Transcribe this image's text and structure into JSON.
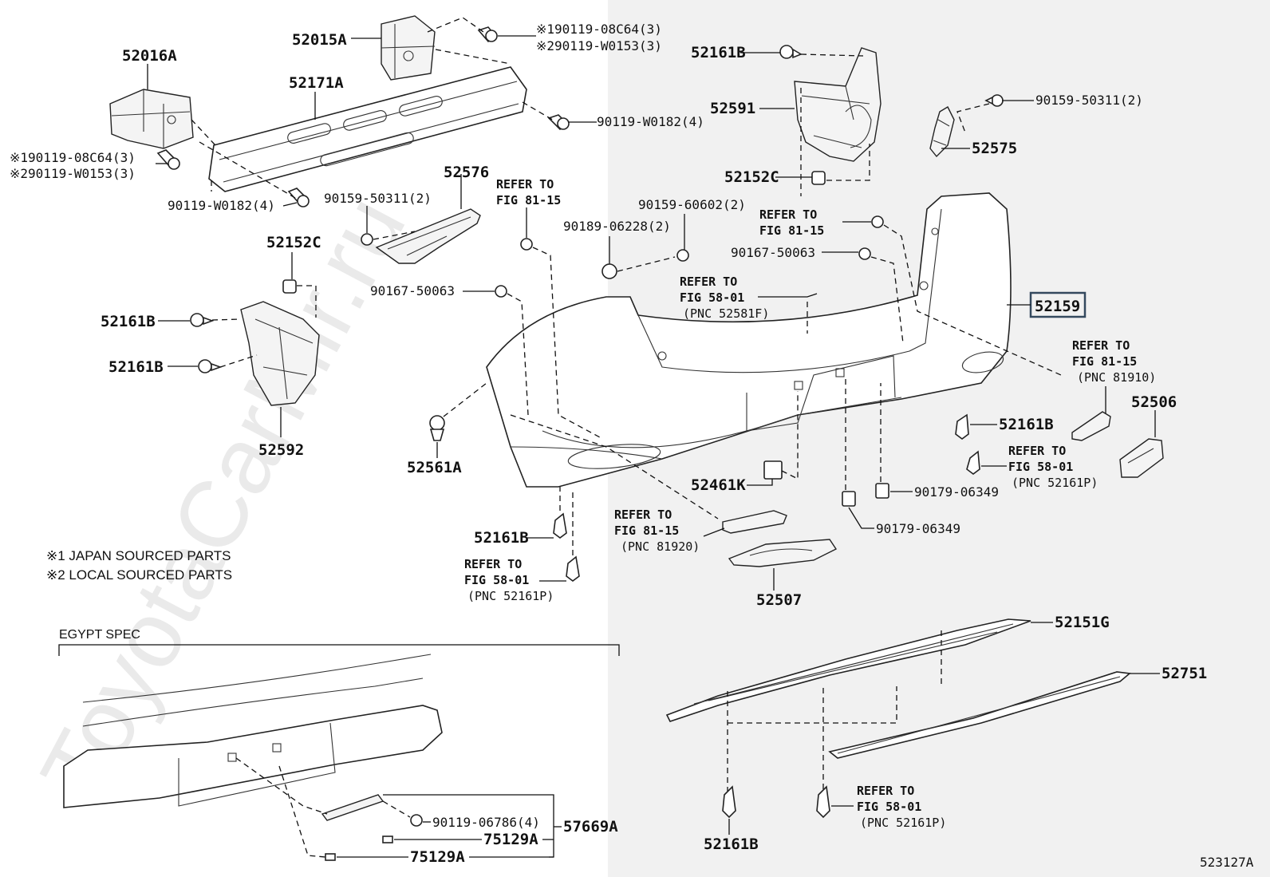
{
  "watermark": "ToyotaCarMir.ru",
  "figure_number": "523127A",
  "labels": {
    "p52016A": "52016A",
    "p52015A": "52015A",
    "p52171A": "52171A",
    "bolt_top_1": "※190119-08C64(3)",
    "bolt_top_2": "※290119-W0153(3)",
    "bolt_left_1": "※190119-08C64(3)",
    "bolt_left_2": "※290119-W0153(3)",
    "p90119W0182_a": "90119-W0182(4)",
    "p90119W0182_b": "90119-W0182(4)",
    "p52161B_top": "52161B",
    "p52591": "52591",
    "p90159_50311_right": "90159-50311(2)",
    "p52575": "52575",
    "p52152C_right": "52152C",
    "p52576": "52576",
    "p90159_50311_left": "90159-50311(2)",
    "p90159_60602": "90159-60602(2)",
    "p90189_06228": "90189-06228(2)",
    "p90167_50063_right": "90167-50063",
    "p90167_50063_left": "90167-50063",
    "p52152C_left": "52152C",
    "p52161B_left1": "52161B",
    "p52161B_left2": "52161B",
    "p52592": "52592",
    "p52561A": "52561A",
    "p52159": "52159",
    "p52161B_mid": "52161B",
    "p52506": "52506",
    "p52461K": "52461K",
    "p90179_06349_a": "90179-06349",
    "p90179_06349_b": "90179-06349",
    "p52161B_low": "52161B",
    "p52507": "52507",
    "p52151G": "52151G",
    "p52751": "52751",
    "p52161B_bottom": "52161B",
    "p90119_06786": "90119-06786(4)",
    "p57669A": "57669A",
    "p75129A_a": "75129A",
    "p75129A_b": "75129A"
  },
  "refs": {
    "r1": {
      "line1": "REFER TO",
      "line2": "FIG 81-15",
      "pnc": ""
    },
    "r2": {
      "line1": "REFER TO",
      "line2": "FIG 81-15",
      "pnc": ""
    },
    "r3": {
      "line1": "REFER TO",
      "line2": "FIG 58-01",
      "pnc": "(PNC 52581F)"
    },
    "r4": {
      "line1": "REFER TO",
      "line2": "FIG 81-15",
      "pnc": "(PNC 81910)"
    },
    "r5": {
      "line1": "REFER TO",
      "line2": "FIG 58-01",
      "pnc": "(PNC 52161P)"
    },
    "r6": {
      "line1": "REFER TO",
      "line2": "FIG 81-15",
      "pnc": "(PNC 81920)"
    },
    "r7": {
      "line1": "REFER TO",
      "line2": "FIG 58-01",
      "pnc": "(PNC 52161P)"
    },
    "r8": {
      "line1": "REFER TO",
      "line2": "FIG 58-01",
      "pnc": "(PNC 52161P)"
    }
  },
  "notes": {
    "note1": "※1 JAPAN SOURCED PARTS",
    "note2": "※2 LOCAL SOURCED PARTS",
    "egypt": "EGYPT SPEC"
  }
}
